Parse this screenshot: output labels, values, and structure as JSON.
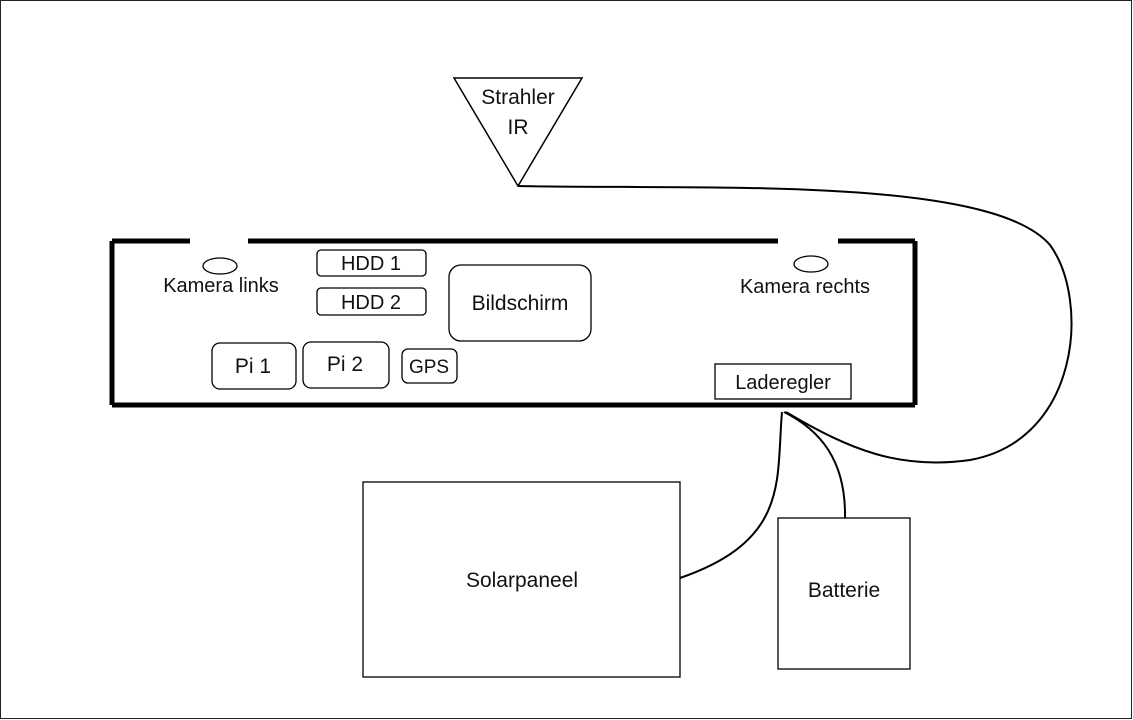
{
  "diagram": {
    "strahler": {
      "line1": "Strahler",
      "line2": "IR"
    },
    "kamera_links": "Kamera links",
    "kamera_rechts": "Kamera rechts",
    "hdd1": "HDD 1",
    "hdd2": "HDD 2",
    "bildschirm": "Bildschirm",
    "pi1": "Pi 1",
    "pi2": "Pi 2",
    "gps": "GPS",
    "laderegler": "Laderegler",
    "solarpaneel": "Solarpaneel",
    "batterie": "Batterie"
  },
  "colors": {
    "stroke": "#000000",
    "background": "#ffffff",
    "text": "#111111"
  }
}
